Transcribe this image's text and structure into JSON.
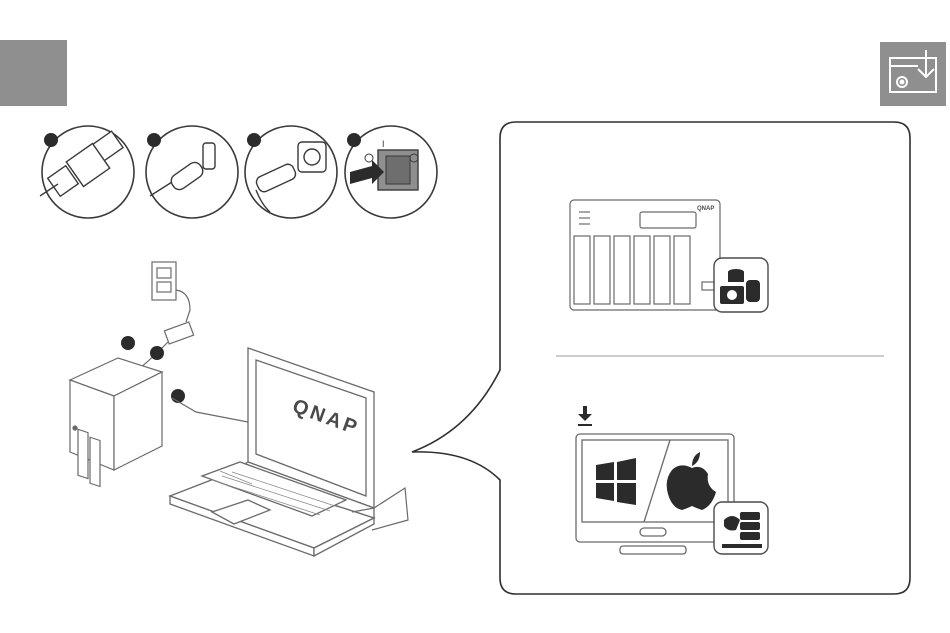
{
  "diagram": {
    "brand_screen": "QNAP",
    "brand_nas_panel": "QNAP",
    "power_switch_on": "I",
    "power_switch_off": "O"
  },
  "colors": {
    "badge_gray": "#8f8f8f",
    "outline": "#3a3a3a",
    "light_line": "#9a9a9a",
    "step_dot": "#2b2b2b"
  },
  "icons": [
    "usb-a-connector-icon",
    "usb-c-connector-icon",
    "power-plug-icon",
    "power-switch-icon",
    "install-download-icon",
    "windows-logo-icon",
    "apple-logo-icon",
    "photo-database-icon",
    "qfinder-icon"
  ]
}
